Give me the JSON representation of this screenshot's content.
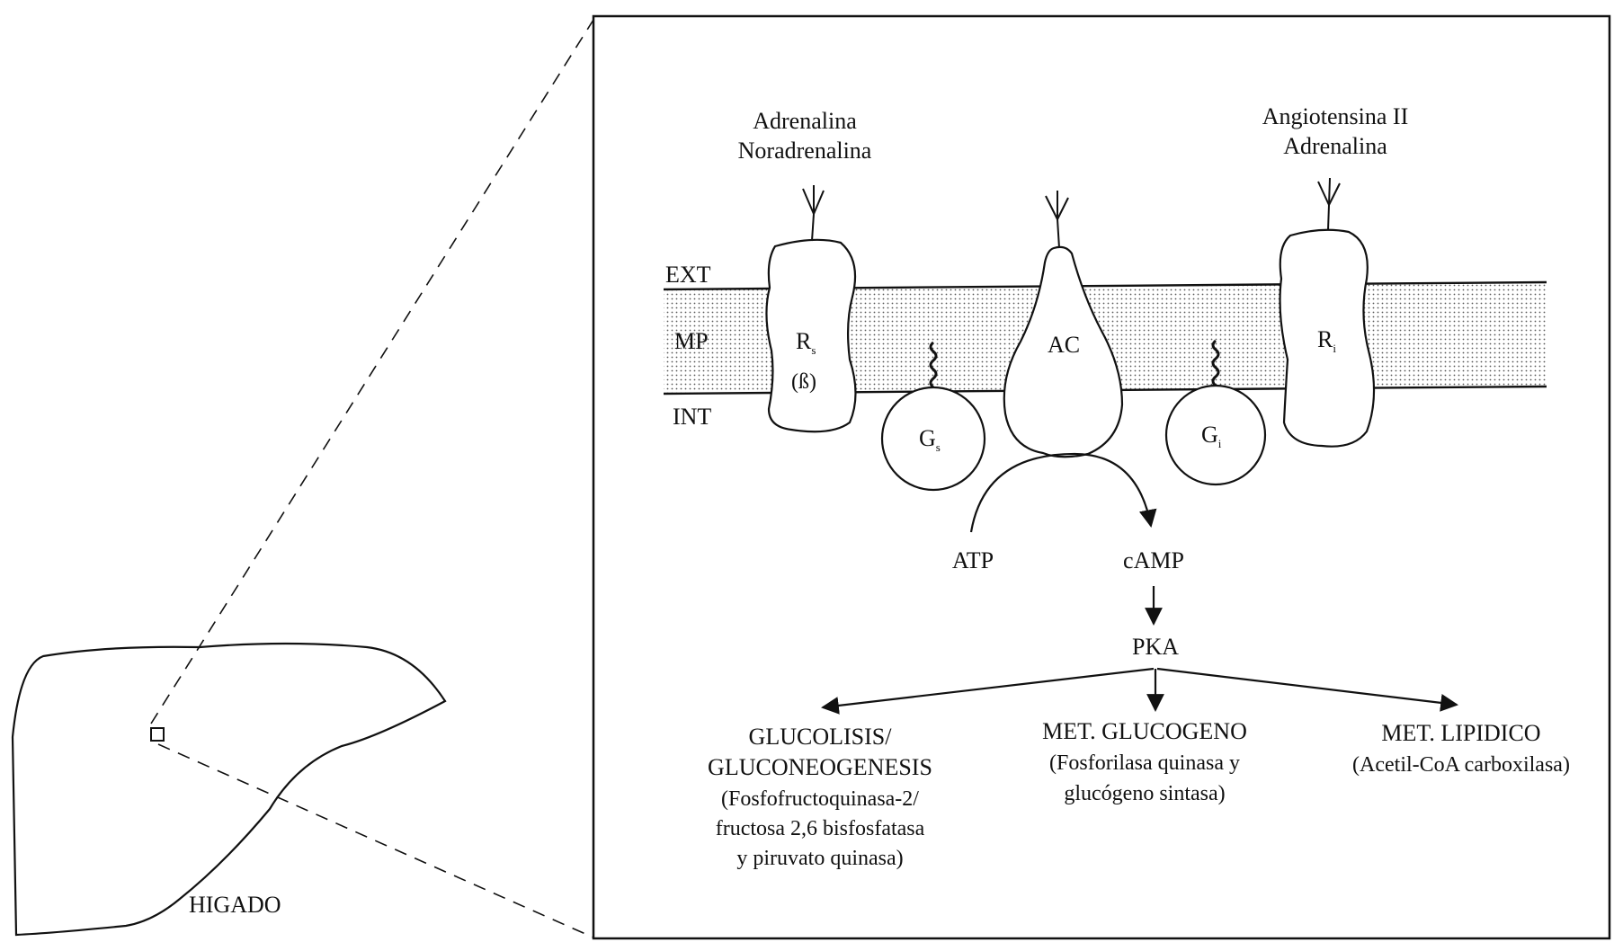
{
  "liver": {
    "label": "HIGADO"
  },
  "membrane": {
    "ext_label": "EXT",
    "mp_label": "MP",
    "int_label": "INT"
  },
  "ligands": {
    "left": [
      "Adrenalina",
      "Noradrenalina"
    ],
    "right": [
      "Angiotensina II",
      "Adrenalina"
    ]
  },
  "proteins": {
    "rs": {
      "main": "R",
      "sub": "s",
      "second": "(ß)"
    },
    "ac": {
      "label": "AC"
    },
    "ri": {
      "main": "R",
      "sub": "i"
    },
    "gs": {
      "main": "G",
      "sub": "s"
    },
    "gi": {
      "main": "G",
      "sub": "i"
    }
  },
  "pathway": {
    "atp": "ATP",
    "camp": "cAMP",
    "pka": "PKA"
  },
  "outcomes": {
    "left": [
      "GLUCOLISIS/",
      "GLUCONEOGENESIS",
      "(Fosfofructoquinasa-2/",
      "fructosa 2,6 bisfosfatasa",
      "y piruvato quinasa)"
    ],
    "center": [
      "MET. GLUCOGENO",
      "(Fosforilasa quinasa y",
      "glucógeno sintasa)"
    ],
    "right": [
      "MET. LIPIDICO",
      "(Acetil-CoA carboxilasa)"
    ]
  },
  "colors": {
    "ink": "#111111",
    "membrane_dots": "#555555"
  }
}
